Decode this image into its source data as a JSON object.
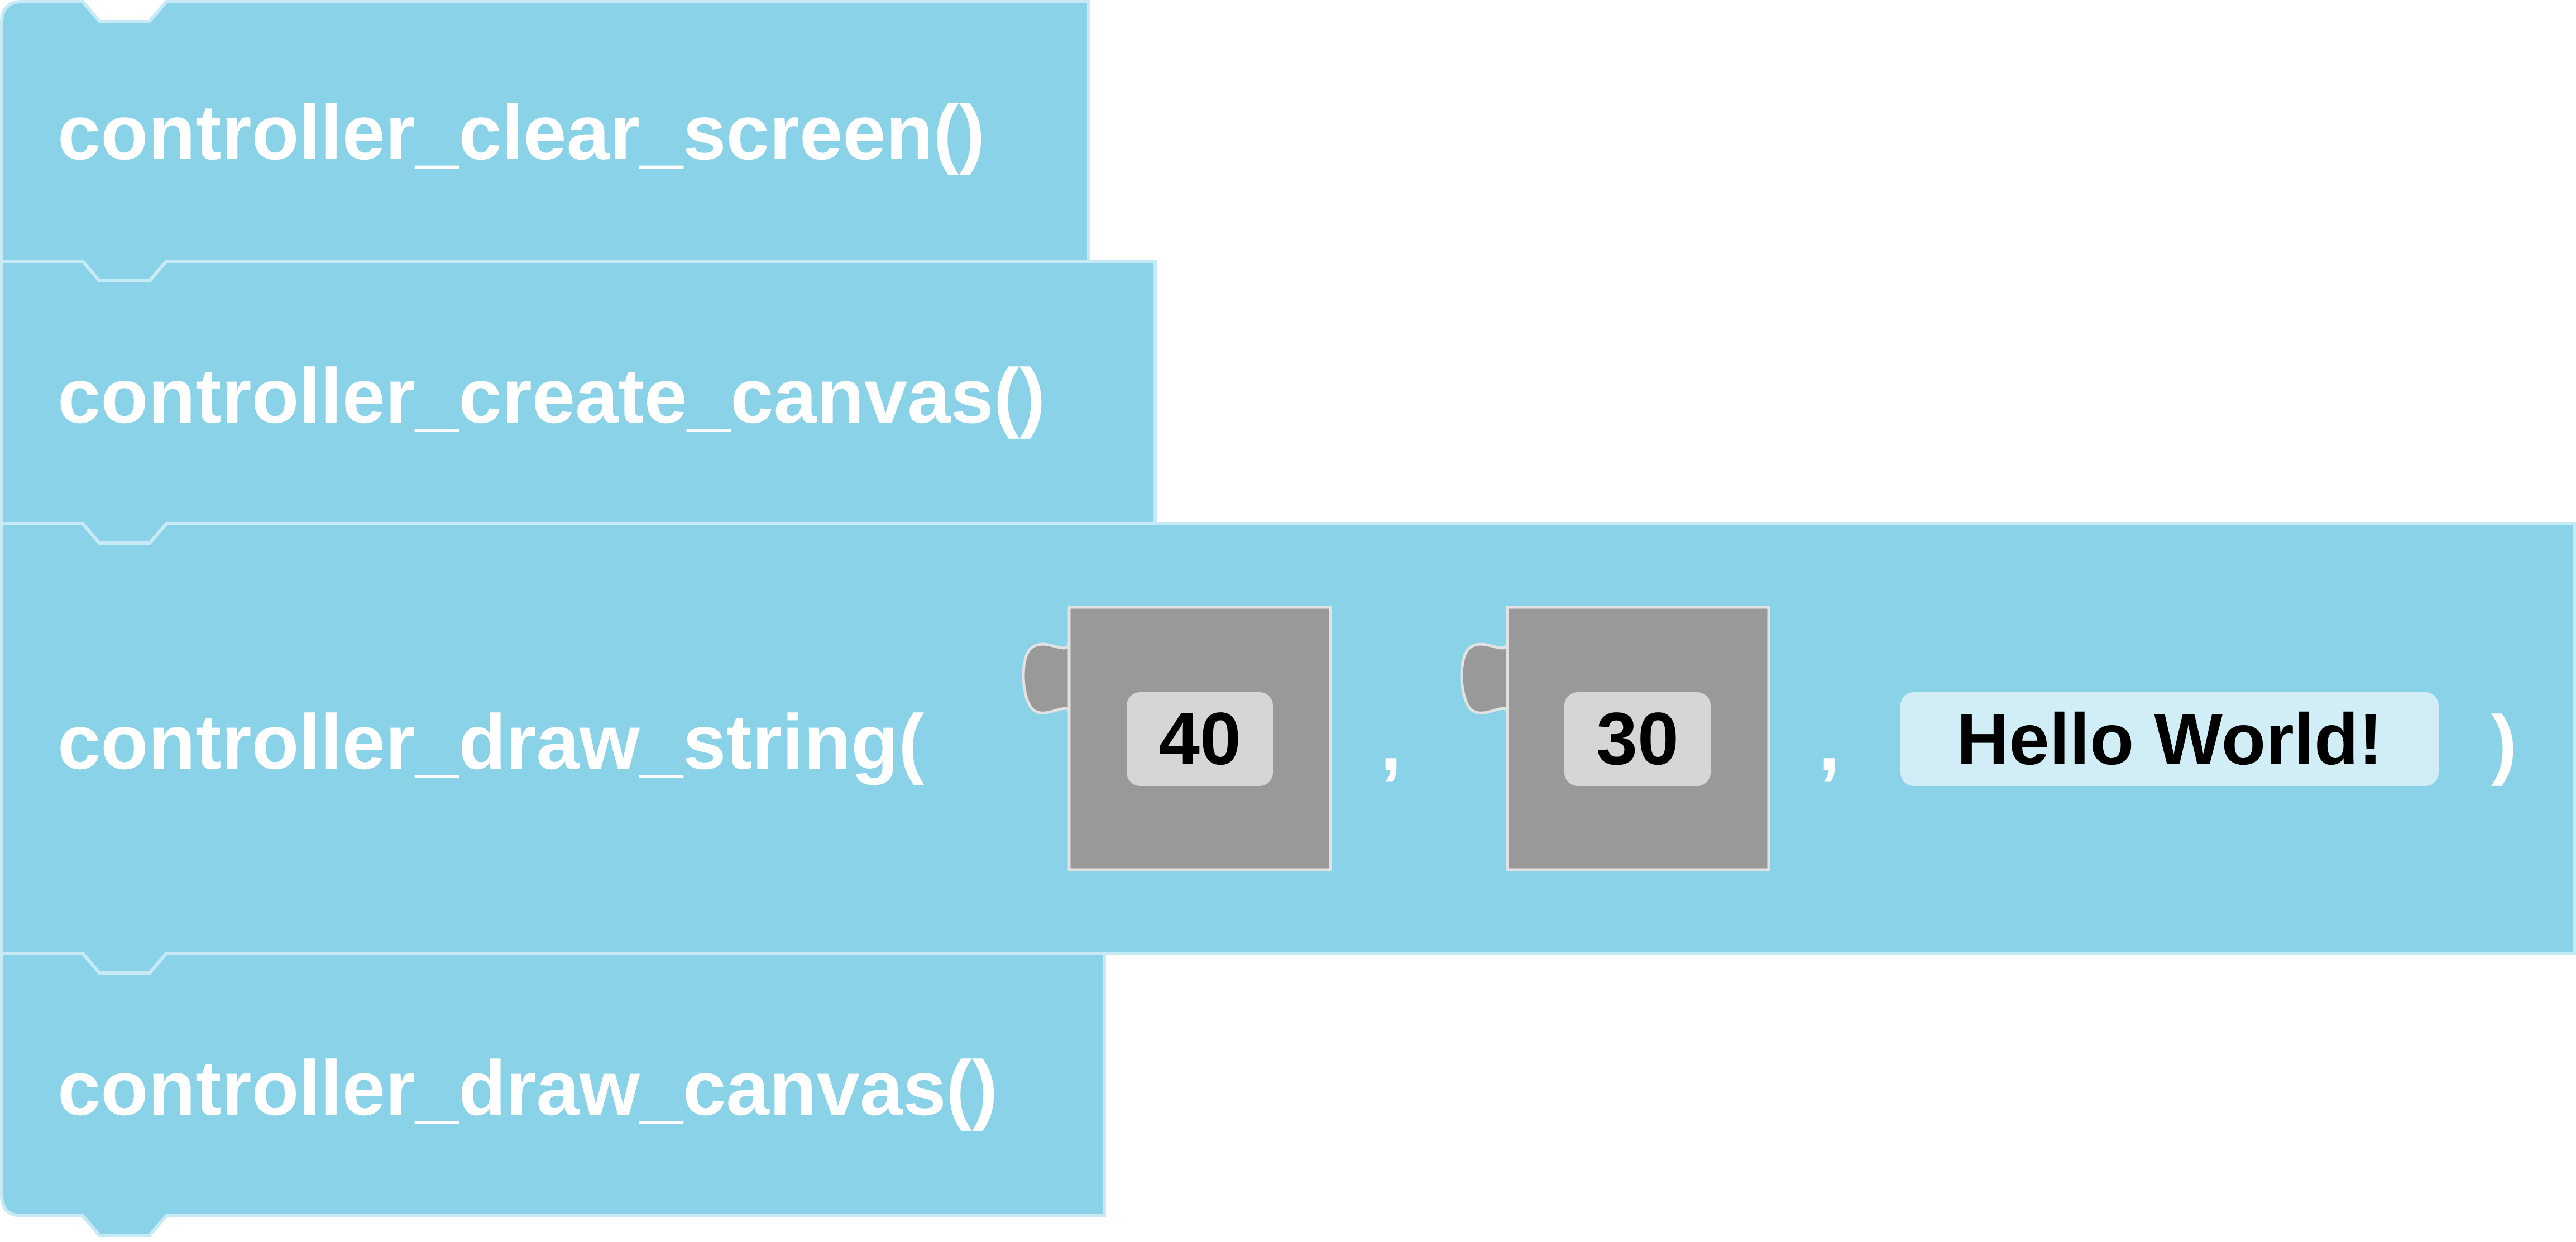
{
  "workspace": {
    "colors": {
      "block_fill": "#8ad2e7",
      "block_stroke": "#c6ebf6",
      "value_socket_fill": "#999999",
      "value_socket_stroke": "#e2e2e2",
      "number_field_fill": "#d6d6d6",
      "string_field_fill": "#d1edf6",
      "label_text": "#ffffff",
      "field_text": "#000000"
    },
    "blocks": [
      {
        "id": "clear_screen",
        "label": "controller_clear_screen()"
      },
      {
        "id": "create_canvas",
        "label": "controller_create_canvas()"
      },
      {
        "id": "draw_string",
        "label": "controller_draw_string(",
        "arg1": "40",
        "sep1": ",",
        "arg2": "30",
        "sep2": ",",
        "arg3": "Hello World!",
        "close": ")"
      },
      {
        "id": "draw_canvas",
        "label": "controller_draw_canvas()"
      }
    ]
  }
}
